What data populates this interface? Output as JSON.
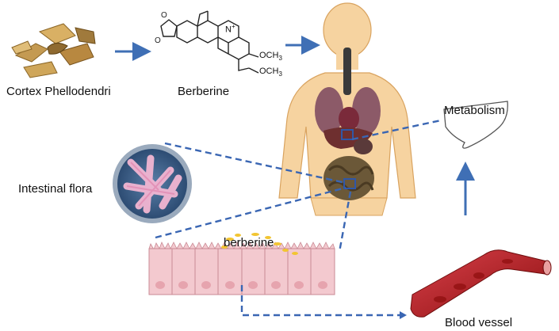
{
  "labels": {
    "source": "Cortex Phellodendri",
    "compound": "Berberine",
    "metabolism": "Metabolism",
    "flora": "Intestinal flora",
    "lumen_compound": "berberine",
    "vessel": "Blood vessel"
  },
  "structure": {
    "methoxy_top": "OCH",
    "methoxy_bottom": "OCH",
    "subscript": "3",
    "nitrogen": "N",
    "charge": "+"
  },
  "colors": {
    "arrow": "#3f6fb5",
    "dashed_line": "#3a66b3",
    "skin": "#f6d3a0",
    "skin_outline": "#d9a35f",
    "blood": "#b31a1a",
    "cell": "#f3c9cf",
    "bark": "#c49a52"
  }
}
